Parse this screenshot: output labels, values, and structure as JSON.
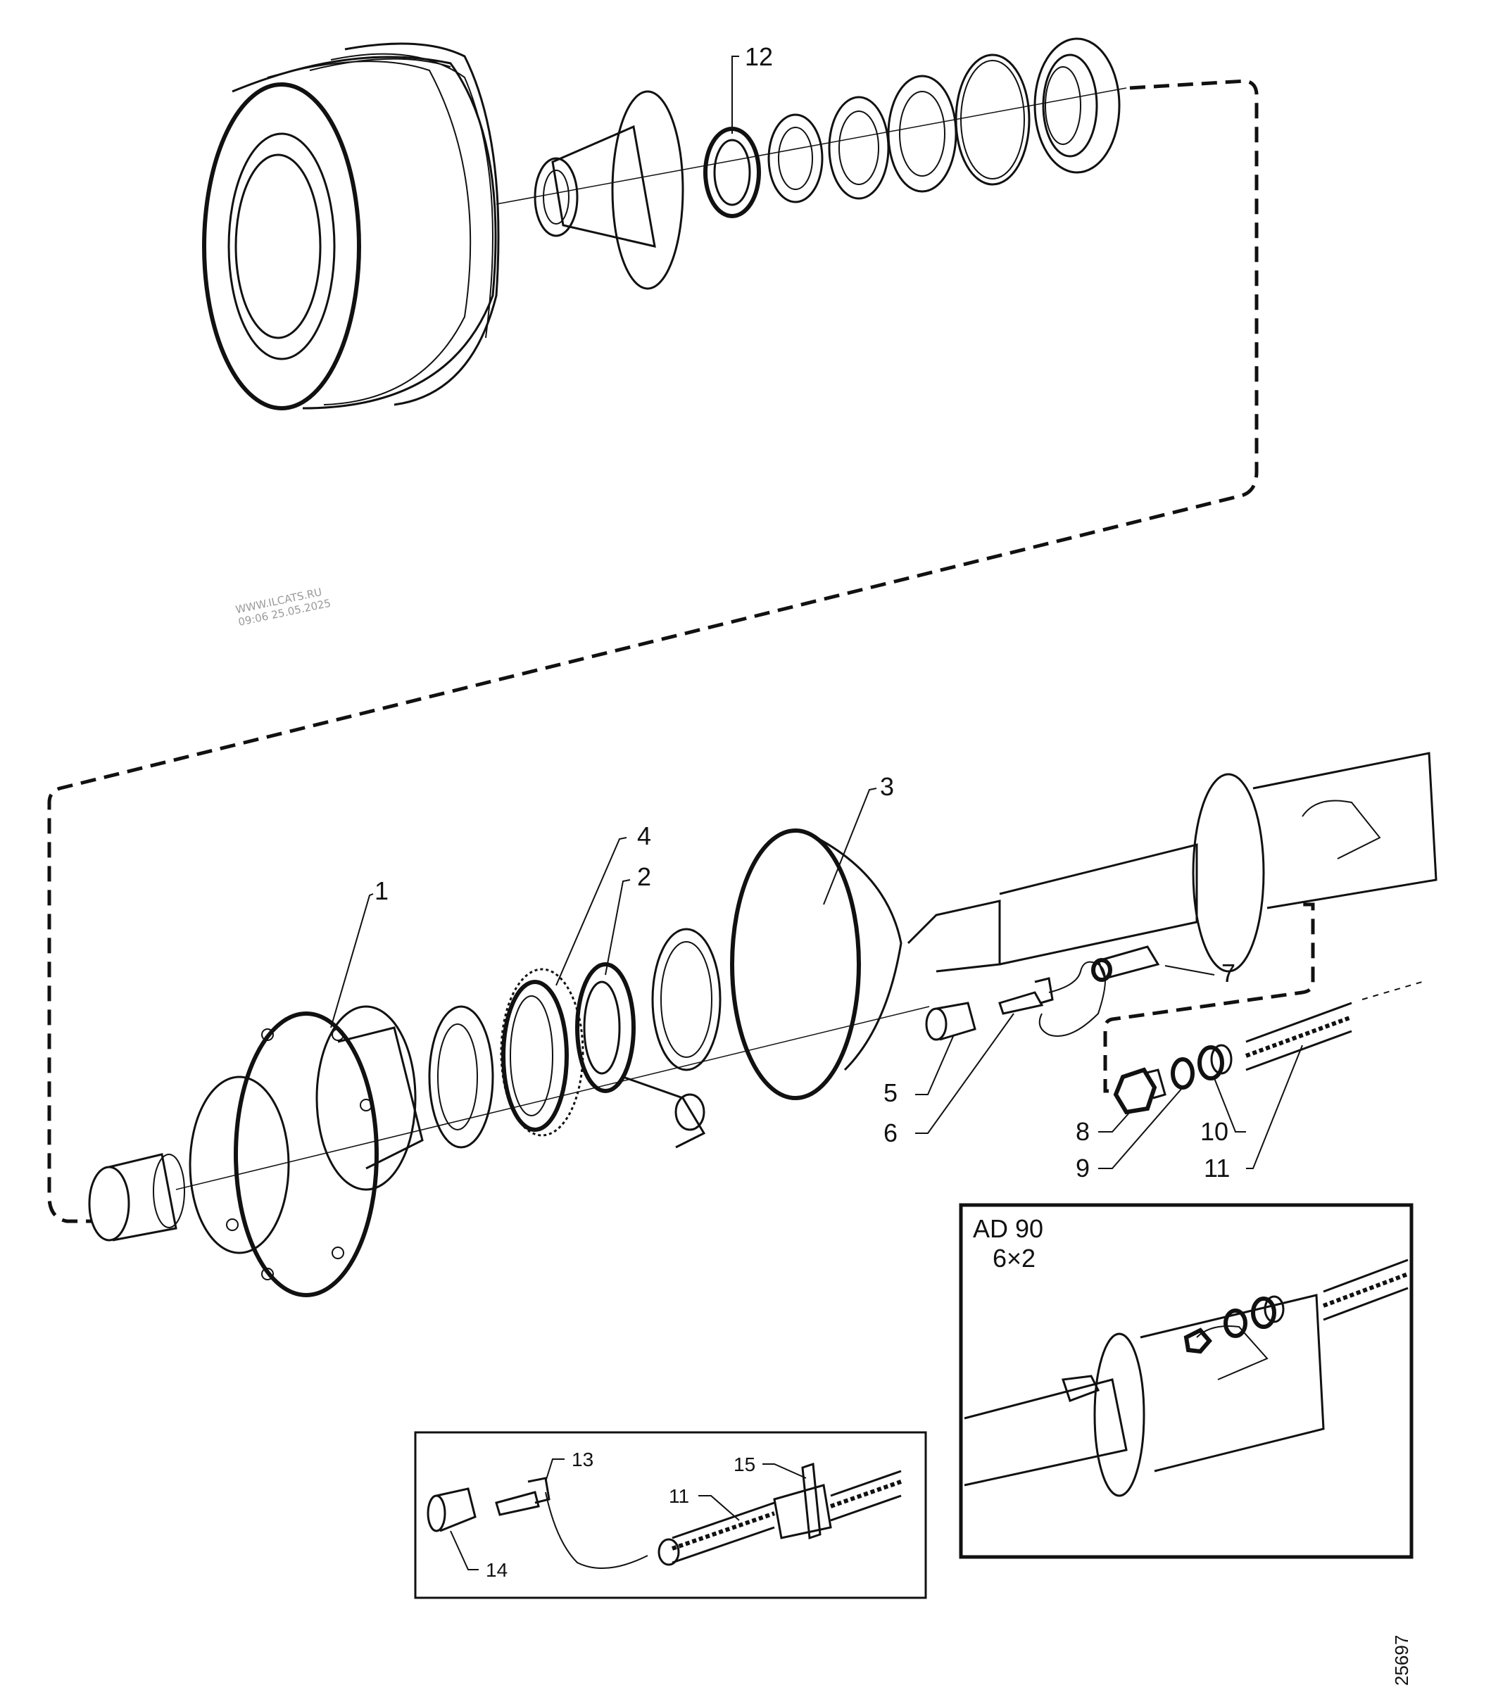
{
  "callouts": {
    "c1": "1",
    "c2": "2",
    "c3": "3",
    "c4": "4",
    "c5": "5",
    "c6": "6",
    "c7": "7",
    "c8": "8",
    "c9": "9",
    "c10": "10",
    "c11": "11",
    "c12": "12"
  },
  "inset_right": {
    "title_line1": "AD 90",
    "title_line2": "6×2"
  },
  "inset_left": {
    "c13": "13",
    "c14": "14",
    "c15": "15",
    "c11": "11"
  },
  "watermark": {
    "line1": "WWW.ILCATS.RU",
    "line2": "09:06 25.05.2025"
  },
  "figure_number": "25697"
}
